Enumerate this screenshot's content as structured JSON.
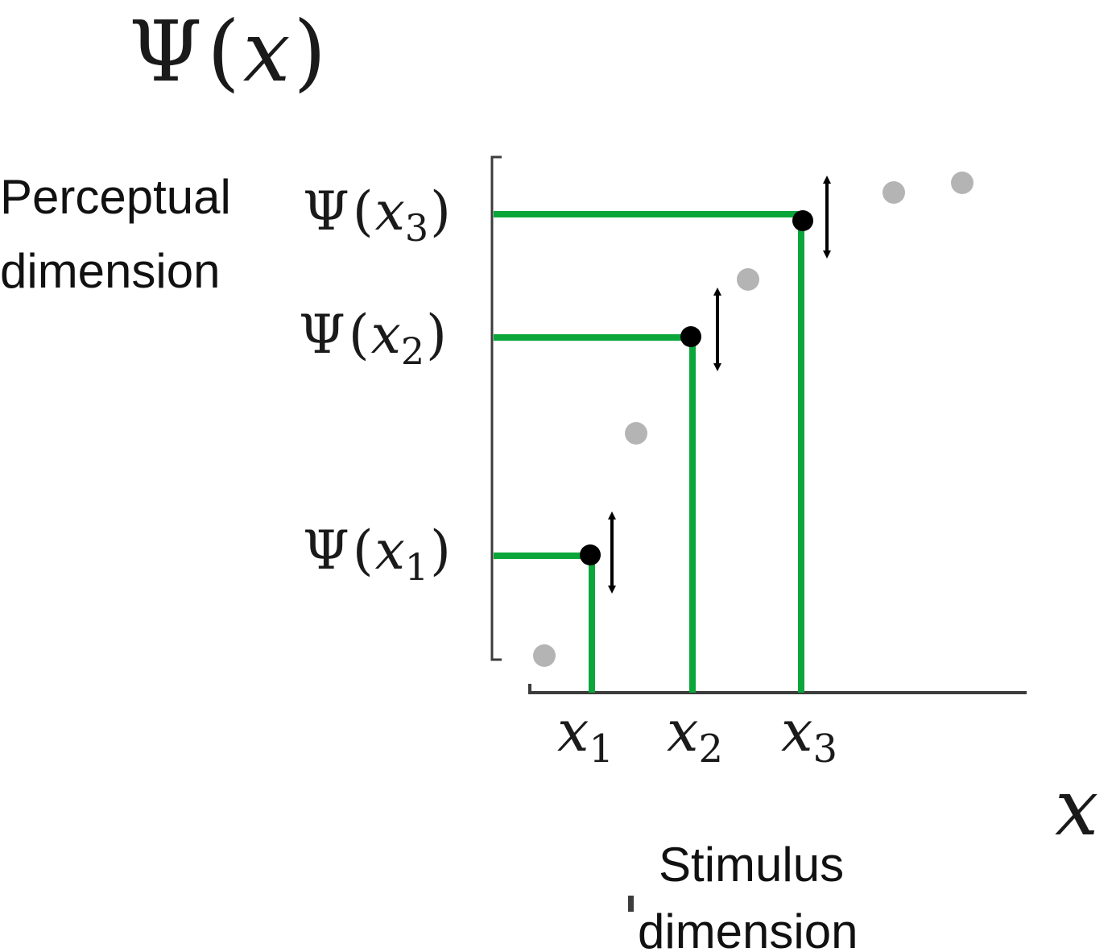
{
  "title": {
    "psi": "Ψ",
    "open_paren": "(",
    "var": "x",
    "close_paren": ")"
  },
  "y_axis_label": {
    "line1": "Perceptual",
    "line2": "dimension"
  },
  "x_axis_label": {
    "line1": "Stimulus",
    "line2": "dimension"
  },
  "x_axis_symbol": "x",
  "y_tick_labels": [
    {
      "psi": "Ψ",
      "open_paren": "(",
      "var": "x",
      "sub": "1",
      "close_paren": ")"
    },
    {
      "psi": "Ψ",
      "open_paren": "(",
      "var": "x",
      "sub": "2",
      "close_paren": ")"
    },
    {
      "psi": "Ψ",
      "open_paren": "(",
      "var": "x",
      "sub": "3",
      "close_paren": ")"
    }
  ],
  "x_tick_labels": [
    {
      "var": "x",
      "sub": "1"
    },
    {
      "var": "x",
      "sub": "2"
    },
    {
      "var": "x",
      "sub": "3"
    }
  ],
  "colors": {
    "mapping_line": "#0aa63a",
    "highlight_point": "#000000",
    "background_point": "#b4b4b4",
    "axis": "#3c3c3c",
    "arrow": "#000000"
  }
}
